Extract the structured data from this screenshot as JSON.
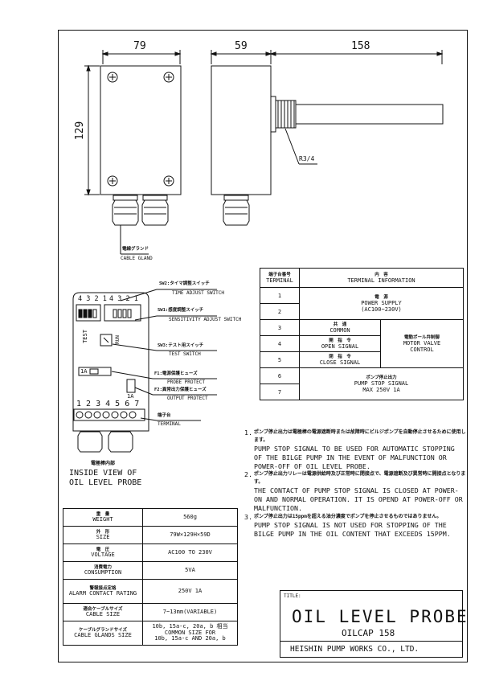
{
  "dimensions": {
    "front_width": "79",
    "height": "129",
    "side_width": "59",
    "probe_length": "158",
    "thread": "R3/4"
  },
  "cable_gland": {
    "jp": "電線グランド",
    "en": "CABLE GLAND"
  },
  "inside": {
    "sw2_jp": "SW2:タイマ調整スイッチ",
    "sw2_en": "TIME ADJUST SWITCH",
    "sw1_jp": "SW1:感度調整スイッチ",
    "sw1_en": "SENSITIVITY ADJUST SWITCH",
    "sw3_jp": "SW3:テスト用スイッチ",
    "sw3_en": "TEST SWITCH",
    "f1_jp": "F1:電源保護ヒューズ",
    "f1_en": "PROBE PROTECT",
    "f2_jp": "F2:異常出力保護ヒューズ",
    "f2_en": "OUTPUT PROTECT",
    "term_jp": "端子台",
    "term_en": "TERMINAL",
    "dip_left": "4 3 2 1",
    "dip_right": "4 3 2 1",
    "test": "TEST",
    "run": "RUN",
    "fuse1": "1A",
    "fuse2": "1A",
    "terminal_numbers": "1 2 3 4 5 6 7",
    "caption_jp": "電極棒内部",
    "caption_en1": "INSIDE VIEW OF",
    "caption_en2": "OIL LEVEL PROBE"
  },
  "terminal_table": {
    "h1_jp": "端子台番号",
    "h1_en": "TERMINAL",
    "h2_jp": "内　容",
    "h2_en": "TERMINAL INFORMATION",
    "rows": [
      {
        "no": "1"
      },
      {
        "no": "2"
      },
      {
        "no": "3"
      },
      {
        "no": "4"
      },
      {
        "no": "5"
      },
      {
        "no": "6"
      },
      {
        "no": "7"
      }
    ],
    "power_jp": "電　源",
    "power_en1": "POWER SUPPLY",
    "power_en2": "(AC100~230V)",
    "common_jp": "共　通",
    "common_en": "COMMON",
    "open_jp": "開　指　令",
    "open_en": "OPEN SIGNAL",
    "close_jp": "閉　指　令",
    "close_en": "CLOSE SIGNAL",
    "motor_jp": "電動ボール弁制御",
    "motor_en1": "MOTOR VALVE",
    "motor_en2": "CONTROL",
    "pump_jp": "ポンプ停止出力",
    "pump_en1": "PUMP STOP SIGNAL",
    "pump_en2": "MAX 250V 1A"
  },
  "spec_table": [
    {
      "jp": "重　量",
      "en": "WEIGHT",
      "value": "560g"
    },
    {
      "jp": "外　形",
      "en": "SIZE",
      "value": "79W×129H×59D"
    },
    {
      "jp": "電　圧",
      "en": "VOLTAGE",
      "value": "AC100 TO 230V"
    },
    {
      "jp": "消費電力",
      "en": "CONSUMPTION",
      "value": "5VA"
    },
    {
      "jp": "警報接点定格",
      "en": "ALARM CONTACT RATING",
      "value": "250V 1A"
    },
    {
      "jp": "適合ケーブルサイズ",
      "en": "CABLE SIZE",
      "value": "7~13mm(VARIABLE)"
    },
    {
      "jp": "ケーブルグランドサイズ",
      "en": "CABLE GLANDS SIZE",
      "value": "10b, 15a-c, 20a, b 相当",
      "value2": "COMMON SIZE FOR",
      "value3": "10b, 15a-c AND 20a, b"
    }
  ],
  "notes": [
    {
      "num": "1.",
      "jp": "ポンプ停止出力は電極棒の電源遮断時または故障時にビルジポンプを自動停止させるために使用します。",
      "en": "PUMP STOP SIGNAL TO BE USED FOR AUTOMATIC STOPPING OF THE BILGE PUMP IN THE EVENT OF MALFUNCTION OR POWER-OFF OF OIL LEVEL PROBE."
    },
    {
      "num": "2.",
      "jp": "ポンプ停止出力リレーは電源供給時及び正常時に閉接点で、電源遮断及び異常時に開接点となります。",
      "en": "THE CONTACT OF PUMP STOP SIGNAL IS CLOSED AT POWER-ON AND NORMAL OPERATION. IT IS OPEND AT POWER-OFF OR MALFUNCTION."
    },
    {
      "num": "3.",
      "jp": "ポンプ停止出力は15ppmを超える油分濃度でポンプを停止させるものではありません。",
      "en": "PUMP STOP SIGNAL IS NOT USED FOR STOPPING OF THE BILGE PUMP IN THE OIL CONTENT THAT EXCEEDS 15PPM."
    }
  ],
  "title_block": {
    "label": "TITLE:",
    "title": "OIL LEVEL PROBE",
    "model": "OILCAP 158",
    "company": "HEISHIN PUMP WORKS CO., LTD."
  }
}
